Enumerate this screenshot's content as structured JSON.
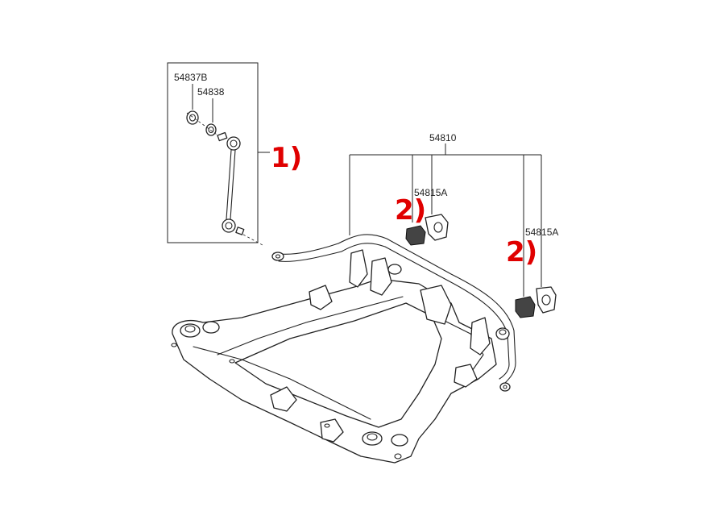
{
  "diagram": {
    "part_numbers": {
      "p54837b": "54837B",
      "p54838": "54838",
      "p54810": "54810",
      "p54815a_left": "54815A",
      "p54815a_right": "54815A"
    },
    "callouts": {
      "link": "1)",
      "bushing_left": "2)",
      "bushing_right": "2)"
    },
    "colors": {
      "callout": "#e00000",
      "line": "#222222",
      "background": "#ffffff"
    }
  }
}
